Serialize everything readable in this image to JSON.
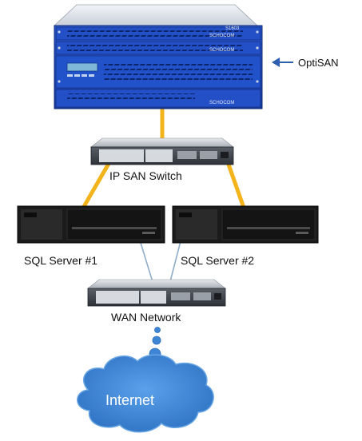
{
  "nodes": {
    "optisan": {
      "label": "OptiSAN",
      "brand": "SCHOCOM",
      "model_tag": "S1603"
    },
    "ip_san_switch": {
      "label": "IP SAN Switch"
    },
    "sql_server_1": {
      "label": "SQL Server #1"
    },
    "sql_server_2": {
      "label": "SQL Server #2"
    },
    "wan_network": {
      "label": "WAN Network"
    },
    "internet": {
      "label": "Internet"
    }
  },
  "colors": {
    "san_chassis": "#1e47b8",
    "san_link": "#f2b31b",
    "wan_link": "#8faec9",
    "cloud_fill": "#3d86d6",
    "cloud_stroke": "#6aa6e4",
    "server_body": "#1b1b1b",
    "arrow": "#2f5fb0"
  },
  "icons": {
    "arrow": "arrow-left-icon",
    "cloud": "cloud-icon",
    "server": "server-icon",
    "switch": "network-switch-icon"
  }
}
